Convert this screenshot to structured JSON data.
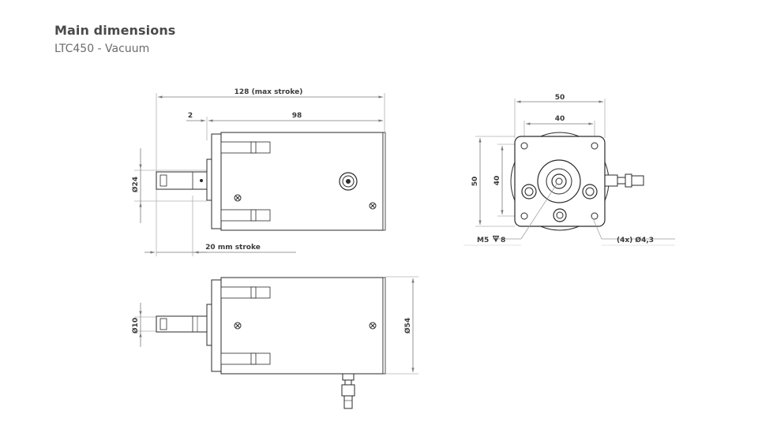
{
  "header": {
    "title": "Main dimensions",
    "subtitle": "LTC450 - Vacuum"
  },
  "dimensions": {
    "overall_length": "128 (max stroke)",
    "offset": "2",
    "body_length": "98",
    "shaft_diameter_top": "Ø24",
    "stroke": "20 mm stroke",
    "flange_width_outer": "50",
    "flange_width_inner": "40",
    "flange_height_outer": "50",
    "flange_height_inner": "40",
    "thread": "M5",
    "thread_depth": "8",
    "holes": "(4x) Ø4,3",
    "shaft_diameter_bottom": "Ø10",
    "body_diameter": "Ø54"
  },
  "colors": {
    "line": "#2a2a2a",
    "dim_line": "#9a9a9a",
    "body_fill": "#ffffff"
  }
}
